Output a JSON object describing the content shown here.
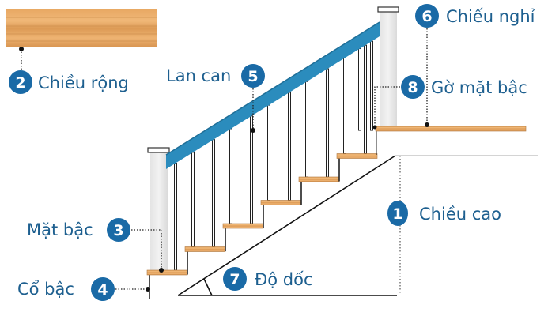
{
  "title": "Cấu tạo cầu thang",
  "colors": {
    "badge": "#1a6aa6",
    "label": "#1d5f8f",
    "handrail": "#2b8cbd",
    "wood": "#e0a060"
  },
  "labels": [
    {
      "num": "1",
      "text": "Chiều cao"
    },
    {
      "num": "2",
      "text": "Chiều rộng"
    },
    {
      "num": "3",
      "text": "Mặt bậc"
    },
    {
      "num": "4",
      "text": "Cổ bậc"
    },
    {
      "num": "5",
      "text": "Lan can"
    },
    {
      "num": "6",
      "text": "Chiếu nghỉ"
    },
    {
      "num": "7",
      "text": "Độ dốc"
    },
    {
      "num": "8",
      "text": "Gờ mặt bậc"
    }
  ]
}
